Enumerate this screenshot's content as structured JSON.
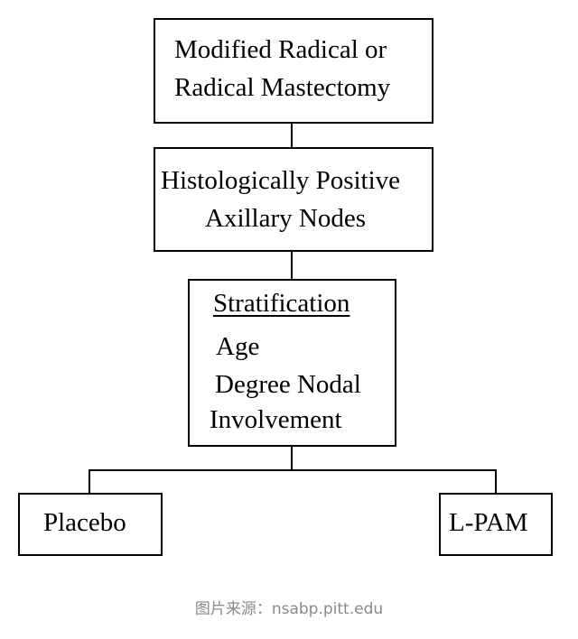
{
  "diagram": {
    "box1": {
      "line1": "Modified Radical or",
      "line2": "Radical Mastectomy"
    },
    "box2": {
      "line1": "Histologically Positive",
      "line2": "Axillary Nodes"
    },
    "box3": {
      "heading": "Stratification",
      "item1": "Age",
      "item2": "Degree Nodal",
      "item3": "Involvement"
    },
    "box_left": {
      "label": "Placebo"
    },
    "box_right": {
      "label": "L-PAM"
    }
  },
  "caption": "图片来源：nsabp.pitt.edu"
}
